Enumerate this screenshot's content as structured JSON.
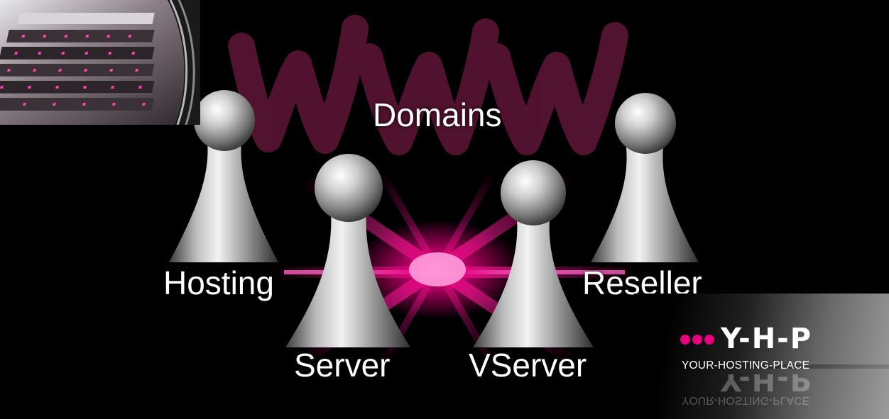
{
  "labels": {
    "domains": "Domains",
    "hosting": "Hosting",
    "reseller": "Reseller",
    "server": "Server",
    "vserver": "VServer"
  },
  "logo": {
    "mark": "Y-H-P",
    "tagline": "YOUR-HOSTING-PLACE"
  },
  "colors": {
    "background": "#000000",
    "accent": "#e6007e",
    "www_tint": "#5a1535",
    "figure": "#c8c8c8",
    "text": "#ffffff"
  },
  "icons": {
    "figures": "pawn-figure-icon",
    "watermark": "www-watermark-icon",
    "photo": "server-rack-photo",
    "logo_dots": "dot-icon"
  }
}
